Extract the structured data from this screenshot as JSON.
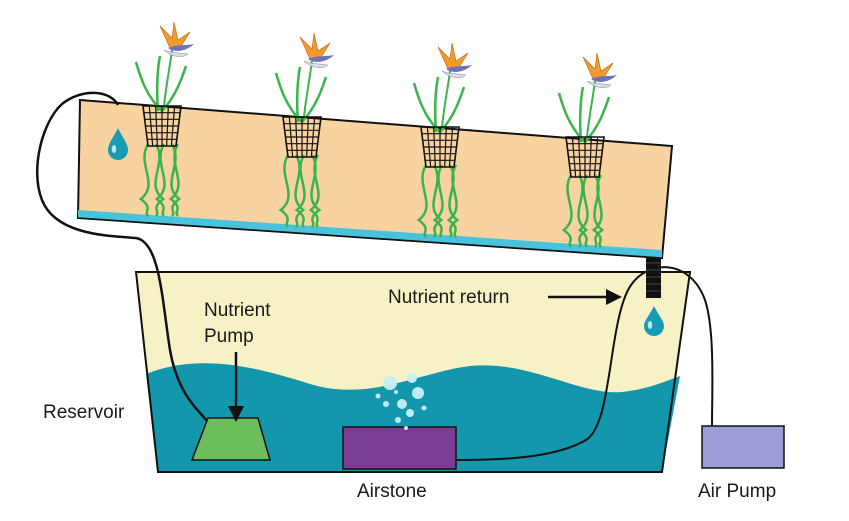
{
  "labels": {
    "nutrient_pump_line1": "Nutrient",
    "nutrient_pump_line2": "Pump",
    "nutrient_return": "Nutrient return",
    "reservoir": "Reservoir",
    "airstone": "Airstone",
    "air_pump": "Air Pump"
  },
  "colors": {
    "channel_fill": "#f8d3a0",
    "channel_floor": "#49c3dc",
    "reservoir_upper": "#f6f2c6",
    "water": "#1297ad",
    "pump": "#6cbd5c",
    "airstone": "#7a3d94",
    "air_pump": "#9d9ed8",
    "plant_stem": "#39b54a",
    "flower_orange": "#f39a2c",
    "flower_blue": "#6f72b8",
    "droplet": "#1a9bb5"
  },
  "icons": [
    "water-droplet-icon",
    "plant-icon",
    "net-pot-icon",
    "bubble-icon"
  ]
}
